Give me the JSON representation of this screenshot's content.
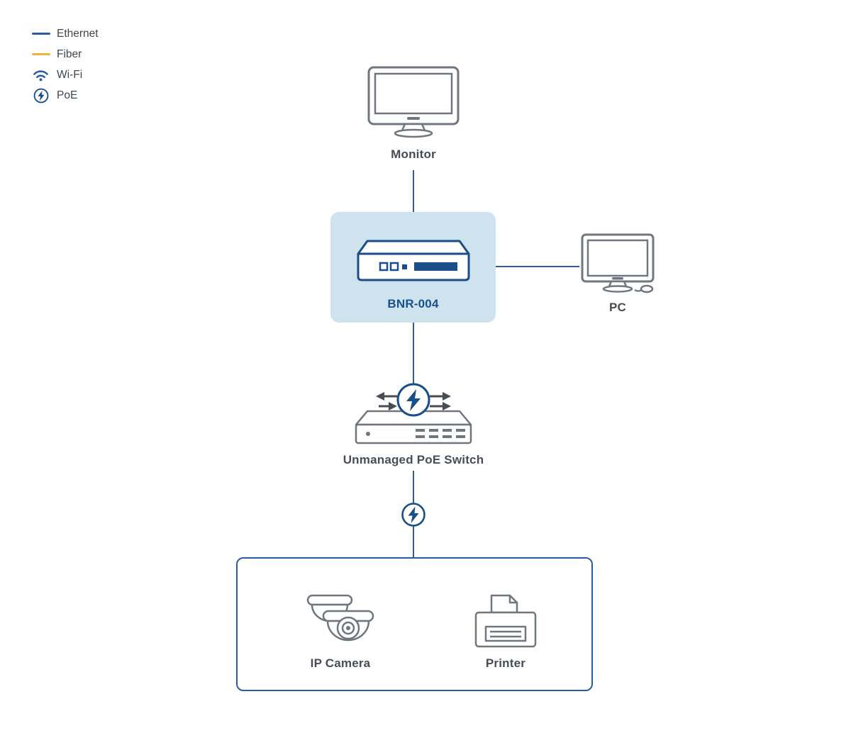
{
  "legend": {
    "items": [
      {
        "id": "ethernet",
        "label": "Ethernet"
      },
      {
        "id": "fiber",
        "label": "Fiber"
      },
      {
        "id": "wifi",
        "label": "Wi-Fi"
      },
      {
        "id": "poe",
        "label": "PoE"
      }
    ]
  },
  "nodes": {
    "monitor": {
      "label": "Monitor"
    },
    "router": {
      "label": "BNR-004"
    },
    "pc": {
      "label": "PC"
    },
    "poe_switch": {
      "label": "Unmanaged PoE Switch"
    },
    "ip_camera": {
      "label": "IP Camera"
    },
    "printer": {
      "label": "Printer"
    }
  },
  "colors": {
    "ethernet_line": "#2a5d9f",
    "fiber_line": "#e7b73a",
    "wifi_icon": "#2a5d9f",
    "poe_icon": "#1a4e88",
    "device_outline": "#70767d",
    "router_outline": "#1a4e88",
    "router_box_bg": "#cfe3ee",
    "devices_box_border": "#2a5d9f",
    "label_text": "#474d53",
    "router_label_text": "#17508f"
  }
}
